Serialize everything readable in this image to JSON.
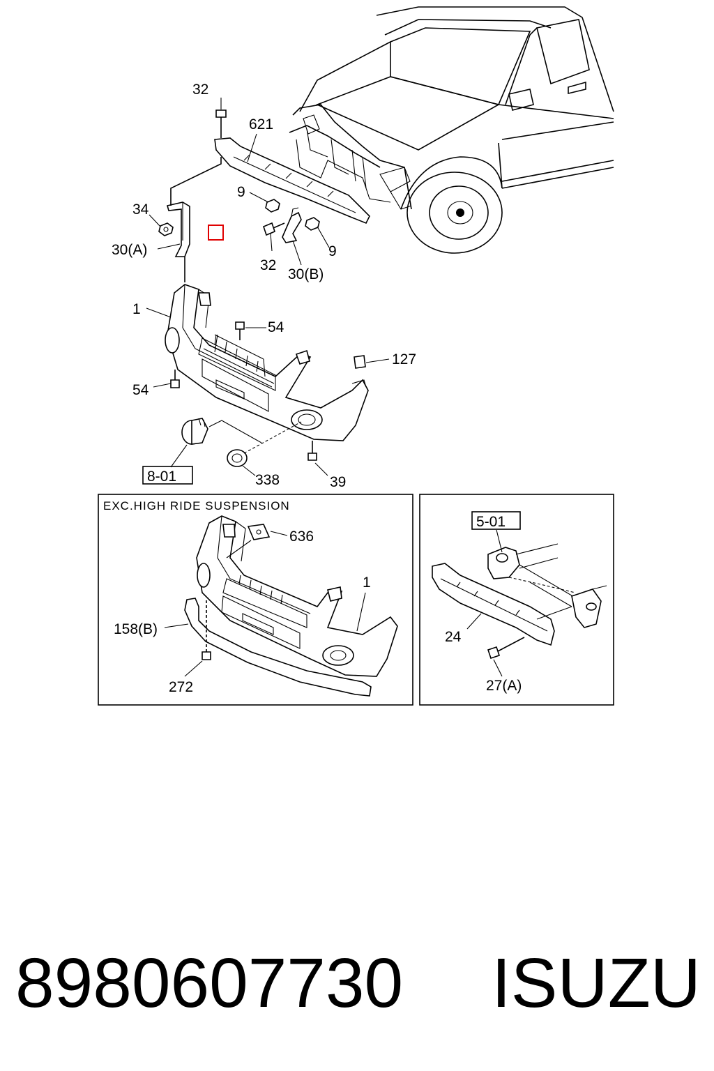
{
  "labels": {
    "c32a": "32",
    "c621": "621",
    "c9a": "9",
    "c34": "34",
    "c30a": "30(A)",
    "c32b": "32",
    "c9b": "9",
    "c30b": "30(B)",
    "c1": "1",
    "c54a": "54",
    "c127": "127",
    "c54b": "54",
    "c801": "8-01",
    "c338": "338",
    "c39": "39"
  },
  "inset_left": {
    "caption": "EXC.HIGH RIDE SUSPENSION",
    "c636": "636",
    "c1": "1",
    "c158b": "158(B)",
    "c272": "272"
  },
  "inset_right": {
    "c501": "5-01",
    "c24": "24",
    "c27a": "27(A)"
  },
  "footer": {
    "part_number": "8980607730",
    "brand": "ISUZU"
  },
  "colors": {
    "line": "#000000",
    "marker": "#e00000",
    "background": "#ffffff"
  }
}
